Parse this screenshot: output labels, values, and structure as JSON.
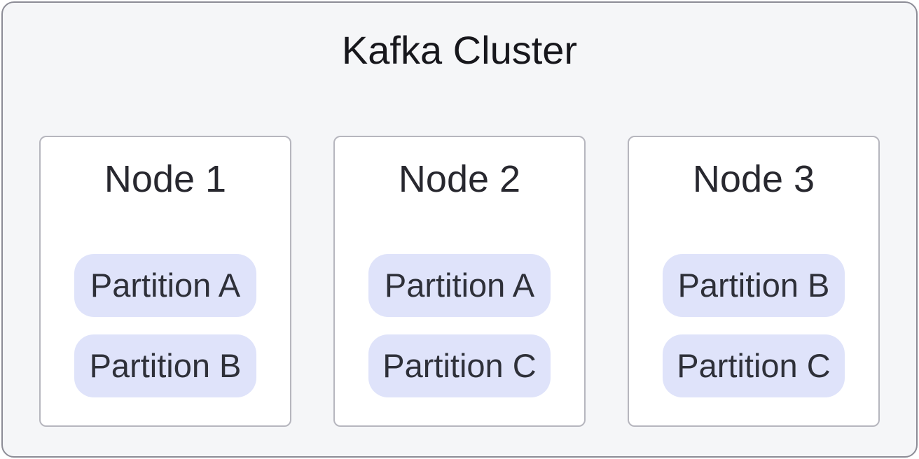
{
  "cluster": {
    "title": "Kafka Cluster",
    "nodes": [
      {
        "title": "Node 1",
        "partitions": [
          "Partition A",
          "Partition B"
        ]
      },
      {
        "title": "Node 2",
        "partitions": [
          "Partition A",
          "Partition C"
        ]
      },
      {
        "title": "Node 3",
        "partitions": [
          "Partition B",
          "Partition C"
        ]
      }
    ]
  },
  "colors": {
    "panel_bg": "#F5F6F8",
    "panel_border": "#8C8C96",
    "card_bg": "#FFFFFF",
    "card_border": "#B6B6BE",
    "badge_bg": "#DFE3FA",
    "badge_text": "#2E3039",
    "cluster_title_text": "#17171C",
    "node_title_text": "#28282F"
  }
}
